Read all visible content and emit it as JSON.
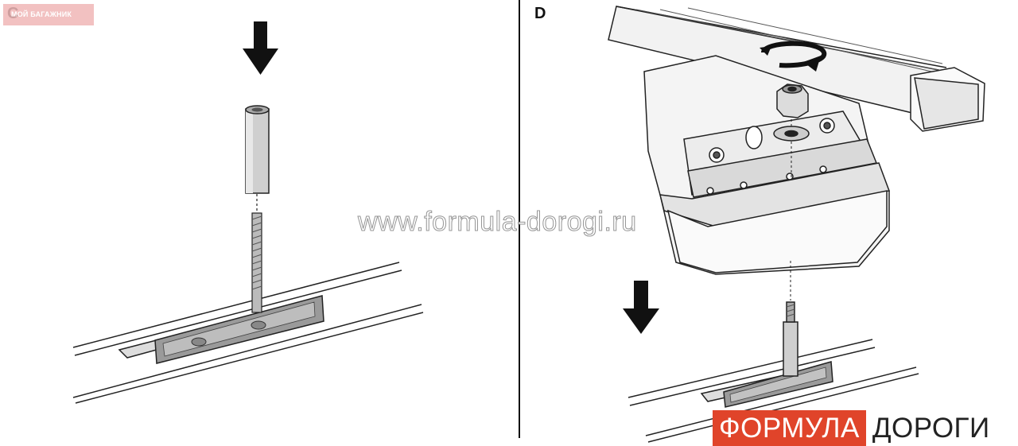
{
  "panels": {
    "left_label": "C",
    "right_label": "D"
  },
  "badge": {
    "text": "МОЙ БАГАЖНИК"
  },
  "watermark": {
    "text": "www.formula-dorogi.ru"
  },
  "brand": {
    "part1": "ФОРМУЛА",
    "part2": "ДОРОГИ",
    "accent_color": "#e0442a"
  },
  "icons": [
    "down-arrow-icon",
    "rotate-arrow-icon"
  ]
}
